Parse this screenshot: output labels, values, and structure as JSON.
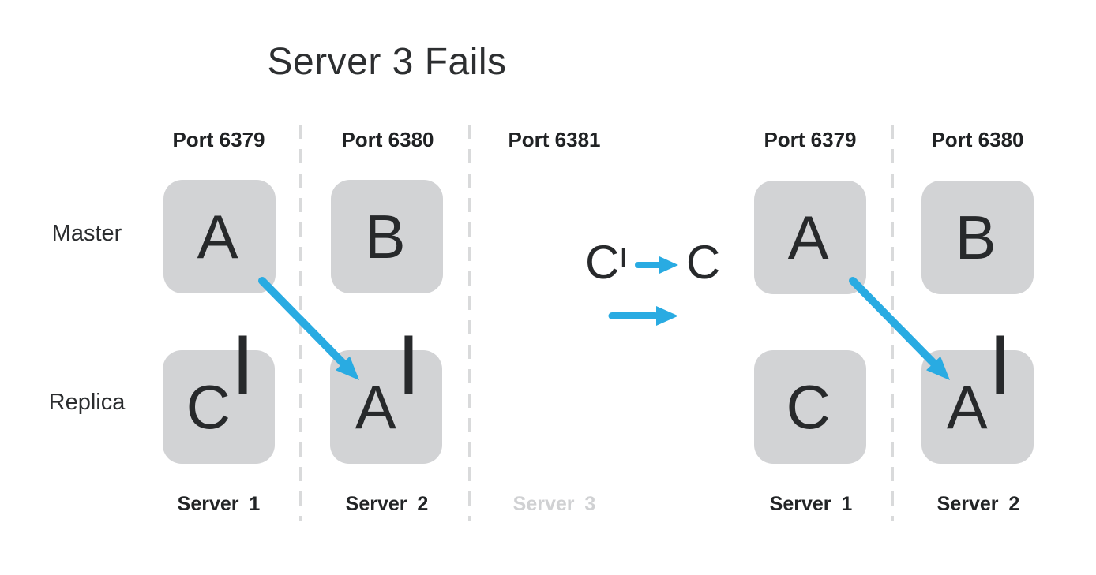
{
  "title": "Server 3 Fails",
  "colors": {
    "accent_blue": "#29abe2",
    "box_gray": "#d2d3d5",
    "text_dark": "#27292b",
    "muted_gray": "#d0d1d3",
    "dash_gray": "#d9dadb"
  },
  "rows": {
    "master": "Master",
    "replica": "Replica"
  },
  "left": {
    "ports": [
      "Port 6379",
      "Port 6380",
      "Port 6381"
    ],
    "nodes": {
      "master": [
        {
          "letter": "A",
          "prime": ""
        },
        {
          "letter": "B",
          "prime": ""
        }
      ],
      "replica": [
        {
          "letter": "C",
          "prime": "|"
        },
        {
          "letter": "A",
          "prime": "|"
        }
      ]
    },
    "servers": [
      {
        "label": "Server 1",
        "muted": false
      },
      {
        "label": "Server 2",
        "muted": false
      },
      {
        "label": "Server 3",
        "muted": true
      }
    ]
  },
  "annotation": {
    "from": {
      "letter": "C",
      "prime": "|"
    },
    "to": {
      "letter": "C",
      "prime": ""
    }
  },
  "right": {
    "ports": [
      "Port 6379",
      "Port 6380"
    ],
    "nodes": {
      "master": [
        {
          "letter": "A",
          "prime": ""
        },
        {
          "letter": "B",
          "prime": ""
        }
      ],
      "replica": [
        {
          "letter": "C",
          "prime": ""
        },
        {
          "letter": "A",
          "prime": "|"
        }
      ]
    },
    "servers": [
      {
        "label": "Server 1",
        "muted": false
      },
      {
        "label": "Server 2",
        "muted": false
      }
    ]
  }
}
